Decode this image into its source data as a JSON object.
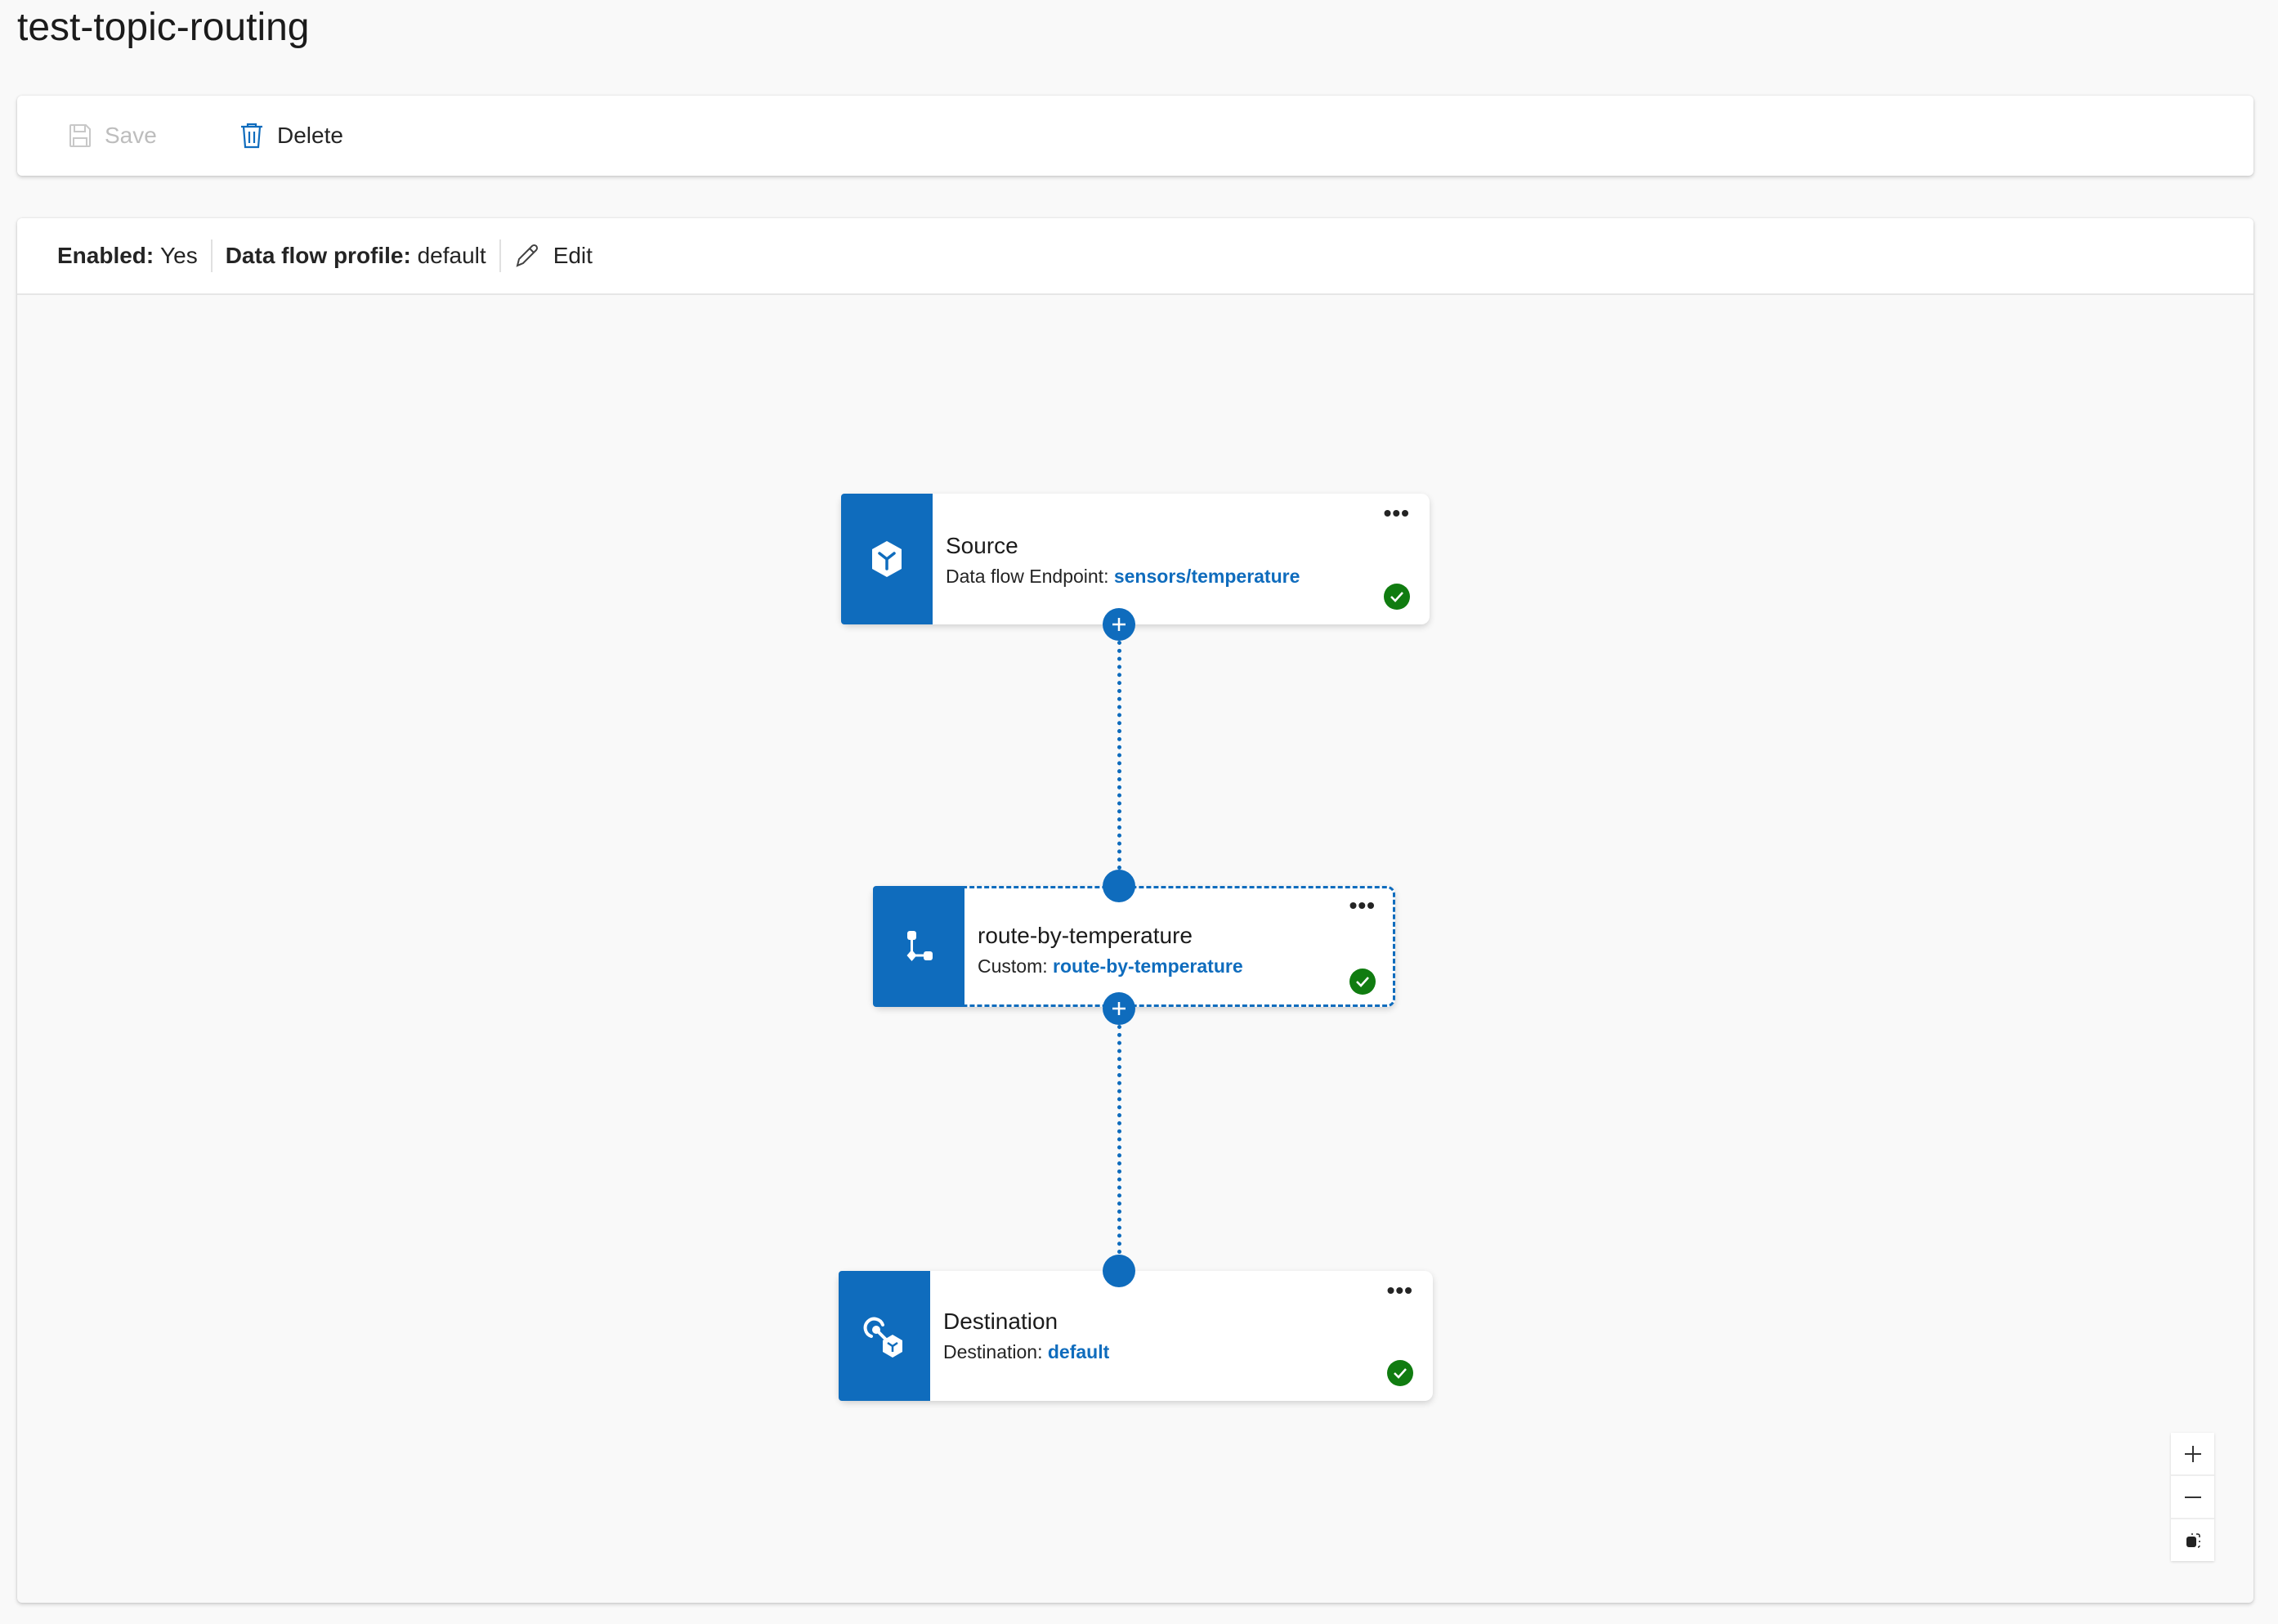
{
  "page": {
    "title": "test-topic-routing"
  },
  "toolbar": {
    "save_label": "Save",
    "delete_label": "Delete",
    "save_disabled": true
  },
  "header": {
    "enabled_label": "Enabled:",
    "enabled_value": "Yes",
    "profile_label": "Data flow profile:",
    "profile_value": "default",
    "edit_label": "Edit"
  },
  "nodes": [
    {
      "title": "Source",
      "sub_label": "Data flow Endpoint:",
      "sub_value": "sensors/temperature",
      "icon": "cube-icon",
      "status": "success"
    },
    {
      "title": "route-by-temperature",
      "sub_label": "Custom:",
      "sub_value": "route-by-temperature",
      "icon": "branch-icon",
      "status": "success",
      "selected": true
    },
    {
      "title": "Destination",
      "sub_label": "Destination:",
      "sub_value": "default",
      "icon": "destination-icon",
      "status": "success"
    }
  ],
  "more_label": "•••",
  "colors": {
    "accent": "#0f6cbd",
    "success": "#107c10",
    "background": "#f9f9f9"
  }
}
